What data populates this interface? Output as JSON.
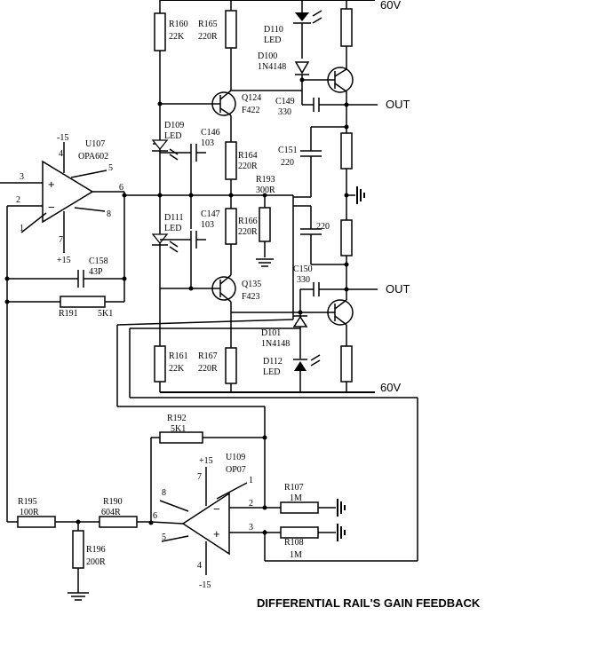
{
  "rails": {
    "top": "60V",
    "bottom": "60V"
  },
  "outputs": {
    "top": "OUT",
    "bottom": "OUT"
  },
  "u107": {
    "ref": "U107",
    "part": "OPA602",
    "neg_supply": "-15",
    "pos_supply": "+15",
    "pin3": "3",
    "pin2": "2",
    "pin1": "1",
    "pin4": "4",
    "pin7": "7",
    "pin5": "5",
    "pin6": "6",
    "pin8": "8"
  },
  "u109": {
    "ref": "U109",
    "part": "OP07",
    "pos_supply": "+15",
    "neg_supply": "-15",
    "pin7": "7",
    "pin1": "1",
    "pin8": "8",
    "pin6": "6",
    "pin5": "5",
    "pin2": "2",
    "pin3": "3",
    "pin4": "4"
  },
  "components": {
    "r160": {
      "ref": "R160",
      "val": "22K"
    },
    "r165": {
      "ref": "R165",
      "val": "220R"
    },
    "d110": {
      "ref": "D110",
      "val": "LED"
    },
    "d100": {
      "ref": "D100",
      "val": "1N4148"
    },
    "q124": {
      "ref": "Q124",
      "val": "F422"
    },
    "c149": {
      "ref": "C149",
      "val": "330"
    },
    "d109": {
      "ref": "D109",
      "val": "LED"
    },
    "c146": {
      "ref": "C146",
      "val": "103"
    },
    "r164": {
      "ref": "R164",
      "val": "220R"
    },
    "c151": {
      "ref": "C151",
      "val": "220"
    },
    "r193": {
      "ref": "R193",
      "val": "300R"
    },
    "d111": {
      "ref": "D111",
      "val": "LED"
    },
    "c147": {
      "ref": "C147",
      "val": "103"
    },
    "r166": {
      "ref": "R166",
      "val": "220R"
    },
    "c_mid": {
      "val": "220"
    },
    "c158": {
      "ref": "C158",
      "val": "43P"
    },
    "c150": {
      "ref": "C150",
      "val": "330"
    },
    "r191": {
      "ref": "R191",
      "val": "5K1"
    },
    "q135": {
      "ref": "Q135",
      "val": "F423"
    },
    "d101": {
      "ref": "D101",
      "val": "1N4148"
    },
    "r161": {
      "ref": "R161",
      "val": "22K"
    },
    "r167": {
      "ref": "R167",
      "val": "220R"
    },
    "d112": {
      "ref": "D112",
      "val": "LED"
    },
    "r192": {
      "ref": "R192",
      "val": "5K1"
    },
    "r195": {
      "ref": "R195",
      "val": "100R"
    },
    "r190": {
      "ref": "R190",
      "val": "604R"
    },
    "r196": {
      "ref": "R196",
      "val": "200R"
    },
    "r107": {
      "ref": "R107",
      "val": "1M"
    },
    "r108": {
      "ref": "R108",
      "val": "1M"
    }
  },
  "caption": "DIFFERENTIAL RAIL'S GAIN FEEDBACK"
}
